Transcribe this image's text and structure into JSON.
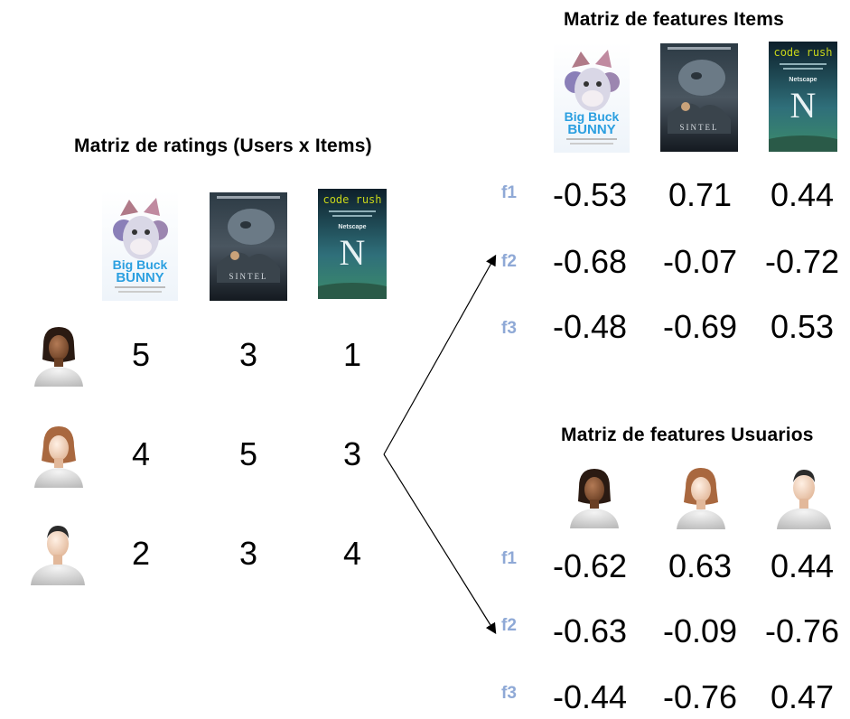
{
  "ratings": {
    "title": "Matriz de ratings (Users x Items)",
    "rows": [
      [
        "5",
        "3",
        "1"
      ],
      [
        "4",
        "5",
        "3"
      ],
      [
        "2",
        "3",
        "4"
      ]
    ]
  },
  "items": {
    "title": "Matriz de features Items",
    "labels": [
      "f1",
      "f2",
      "f3"
    ],
    "rows": [
      [
        "-0.53",
        "0.71",
        "0.44"
      ],
      [
        "-0.68",
        "-0.07",
        "-0.72"
      ],
      [
        "-0.48",
        "-0.69",
        "0.53"
      ]
    ]
  },
  "users": {
    "title": "Matriz de features Usuarios",
    "labels": [
      "f1",
      "f2",
      "f3"
    ],
    "rows": [
      [
        "-0.62",
        "0.63",
        "0.44"
      ],
      [
        "-0.63",
        "-0.09",
        "-0.76"
      ],
      [
        "-0.44",
        "-0.76",
        "0.47"
      ]
    ]
  },
  "posters": {
    "bbb": {
      "line1": "Big Buck",
      "line2": "BUNNY"
    },
    "sintel": {
      "name": "SINTEL"
    },
    "coderush": {
      "name": "code rush",
      "brand": "Netscape",
      "letter": "N"
    }
  },
  "colors": {
    "feature_label": "#8fa9d6",
    "bbb_title": "#2b9fe0",
    "coderush_title": "#c8d61a"
  }
}
